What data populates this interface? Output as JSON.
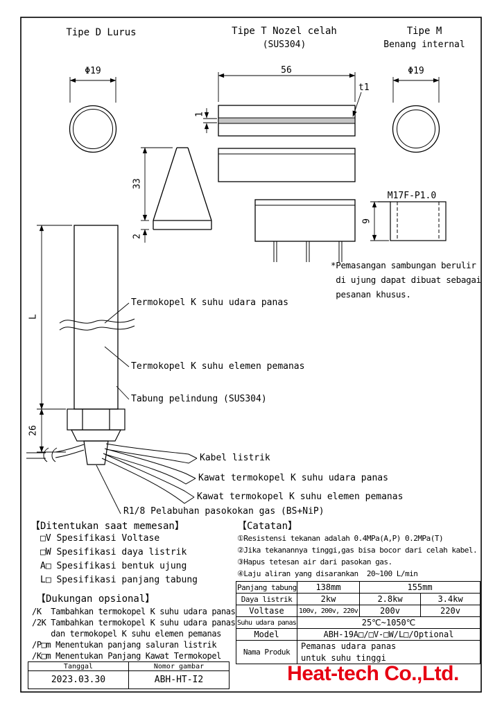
{
  "colors": {
    "line": "#000000",
    "brand_red": "#e60012",
    "slot_fill": "#c4c4c4"
  },
  "headers": {
    "type_d": "Tipe D Lurus",
    "type_t1": "Tipe T Nozel celah",
    "type_t2": "(SUS304)",
    "type_m1": "Tipe M",
    "type_m2": "Benang internal"
  },
  "dims": {
    "dia_d": "Φ19",
    "dia_m": "Φ19",
    "nozzle_len": "56",
    "slot_t": "t1",
    "slot_h": "1",
    "cone_h": "33",
    "cone_tip": "2",
    "tube_len": "L",
    "mount_len": "26",
    "thread_len": "9",
    "thread_spec": "M17F-P1.0"
  },
  "callouts": {
    "tc_air": "Termokopel K suhu udara panas",
    "tc_heater": "Termokopel K suhu elemen pemanas",
    "tube": "Tabung pelindung (SUS304)",
    "cable": "Kabel listrik",
    "wire_air": "Kawat termokopel K suhu udara panas",
    "wire_heater": "Kawat termokopel K suhu elemen pemanas",
    "gas_port": "R1/8 Pelabuhan pasokokan gas (BS+NiP)",
    "thread_note": "*Pemasangan sambungan berulir\n di ujung dapat dibuat sebagai\n pesanan khusus."
  },
  "ordering": {
    "title": "【Ditentukan saat memesan】",
    "items": [
      "□V Spesifikasi Voltase",
      "□W Spesifikasi daya listrik",
      "A□ Spesifikasi bentuk ujung",
      "L□ Spesifikasi panjang tabung"
    ]
  },
  "optional": {
    "title": "【Dukungan opsional】",
    "items": [
      "/K  Tambahkan termokopel K suhu udara panas",
      "/2K Tambahkan termokopel K suhu udara panas",
      "    dan termokopel K suhu elemen pemanas",
      "/P□m Menentukan panjang saluran listrik",
      "/K□m Menentukan Panjang Kawat Termokopel"
    ]
  },
  "notes": {
    "title": "【Catatan】",
    "items": [
      "①Resistensi tekanan adalah 0.4MPa(A,P) 0.2MPa(T)",
      "②Jika tekanannya tinggi,gas bisa bocor dari celah kabel.",
      "③Hapus tetesan air dari pasokan gas.",
      "④Laju aliran yang disarankan  20~100 L/min"
    ]
  },
  "spec_table": {
    "tube_len_label": "Panjang tabung",
    "tube_len_v1": "138mm",
    "tube_len_v2": "155mm",
    "power_label": "Daya listrik",
    "power_v1": "2kw",
    "power_v2": "2.8kw",
    "power_v3": "3.4kw",
    "volt_label": "Voltase",
    "volt_v1": "100v, 200v, 220v",
    "volt_v2": "200v",
    "volt_v3": "220v",
    "temp_label": "Suhu udara panas",
    "temp_value": "25℃~1050℃",
    "model_label": "Model",
    "model_value": "ABH-19A□/□V-□W/L□/Optional",
    "product_label": "Nama Produk",
    "product_value": "Pemanas udara panas\nuntuk suhu tinggi"
  },
  "title_block": {
    "date_label": "Tanggal",
    "no_label": "Nomor gambar",
    "date_value": "2023.03.30",
    "no_value": "ABH-HT-I2"
  },
  "company": {
    "name": "Heat-tech Co.,Ltd."
  }
}
